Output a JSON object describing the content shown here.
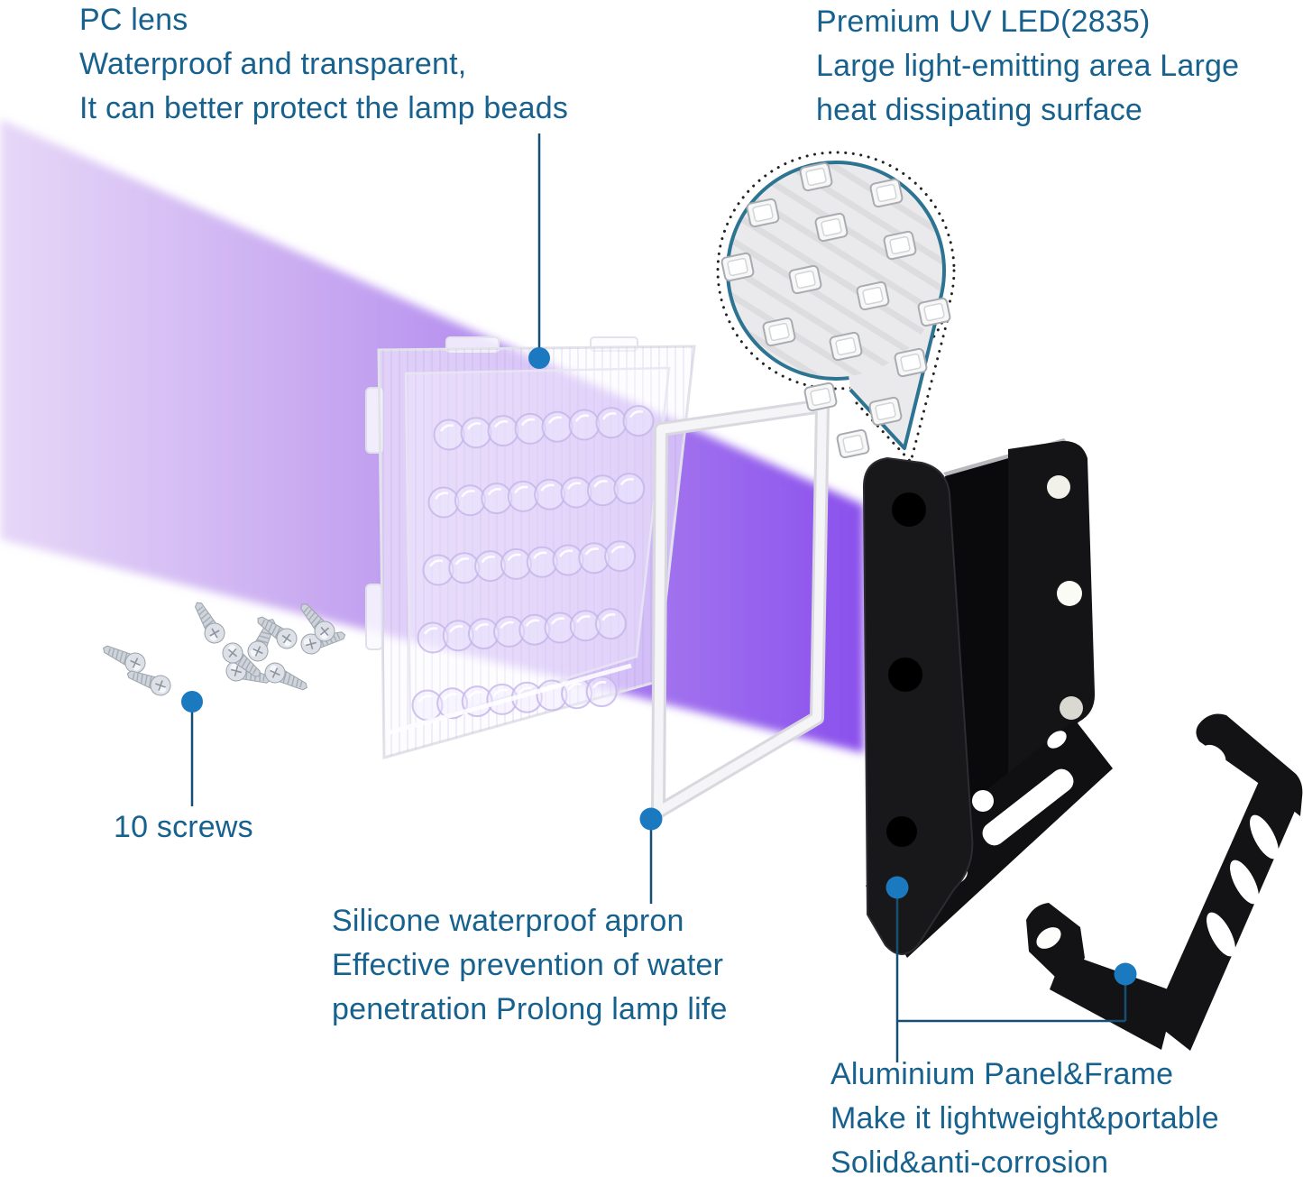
{
  "colors": {
    "label_text": "#17618e",
    "leader_line": "#174e74",
    "leader_dot": "#1b79c0",
    "beam_purple": "#8e55ec",
    "beam_lavender": "#dcc8f4",
    "bubble_ring_teal": "#2d7492",
    "housing_black": "#131316"
  },
  "annotations": {
    "pc_lens": {
      "lines": [
        "PC lens",
        "Waterproof and transparent,",
        "It can better protect the lamp beads"
      ]
    },
    "premium_led": {
      "lines": [
        "Premium UV LED(2835)",
        "Large light-emitting area Large",
        "heat dissipating surface"
      ]
    },
    "screws": {
      "label": "10 screws"
    },
    "silicone_apron": {
      "lines": [
        "Silicone waterproof apron",
        "Effective prevention of water",
        "penetration Prolong lamp life"
      ]
    },
    "aluminium_frame": {
      "lines": [
        "Aluminium Panel&Frame",
        "Make it lightweight&portable",
        "Solid&anti-corrosion"
      ]
    }
  }
}
